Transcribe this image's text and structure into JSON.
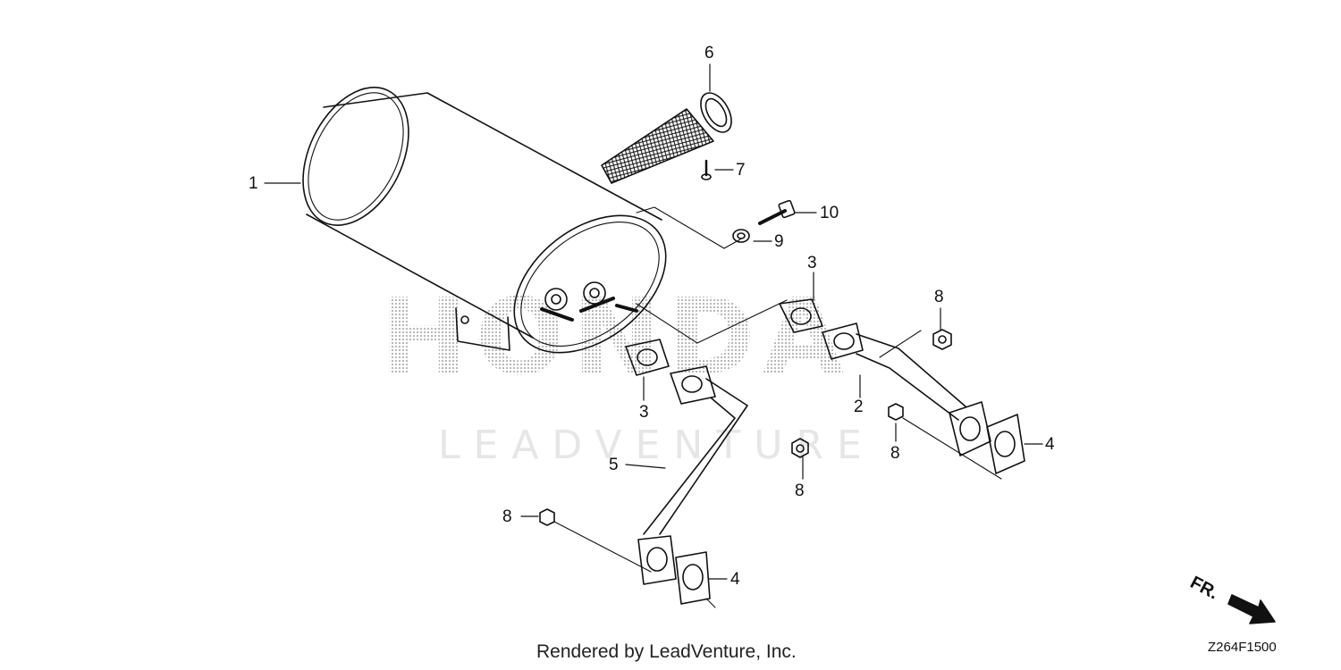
{
  "watermark": {
    "brand": "HONDA",
    "sub": "LEADVENTURE"
  },
  "callouts": [
    {
      "id": "muffler",
      "label": "1"
    },
    {
      "id": "exhaust-pipe-right",
      "label": "2"
    },
    {
      "id": "gasket-upper",
      "label": "3"
    },
    {
      "id": "gasket-middle",
      "label": "3"
    },
    {
      "id": "gasket-flange-right",
      "label": "4"
    },
    {
      "id": "gasket-flange-left",
      "label": "4"
    },
    {
      "id": "exhaust-pipe-left",
      "label": "5"
    },
    {
      "id": "spark-arrester",
      "label": "6"
    },
    {
      "id": "screw",
      "label": "7"
    },
    {
      "id": "nut-upper-right",
      "label": "8"
    },
    {
      "id": "nut-right",
      "label": "8"
    },
    {
      "id": "nut-center",
      "label": "8"
    },
    {
      "id": "nut-left",
      "label": "8"
    },
    {
      "id": "washer",
      "label": "9"
    },
    {
      "id": "bolt",
      "label": "10"
    }
  ],
  "front_indicator": "FR.",
  "diagram_code": "Z264F1500",
  "footer": "Rendered by LeadVenture, Inc.",
  "colors": {
    "line": "#111111",
    "watermark": "#b9b9b9"
  }
}
